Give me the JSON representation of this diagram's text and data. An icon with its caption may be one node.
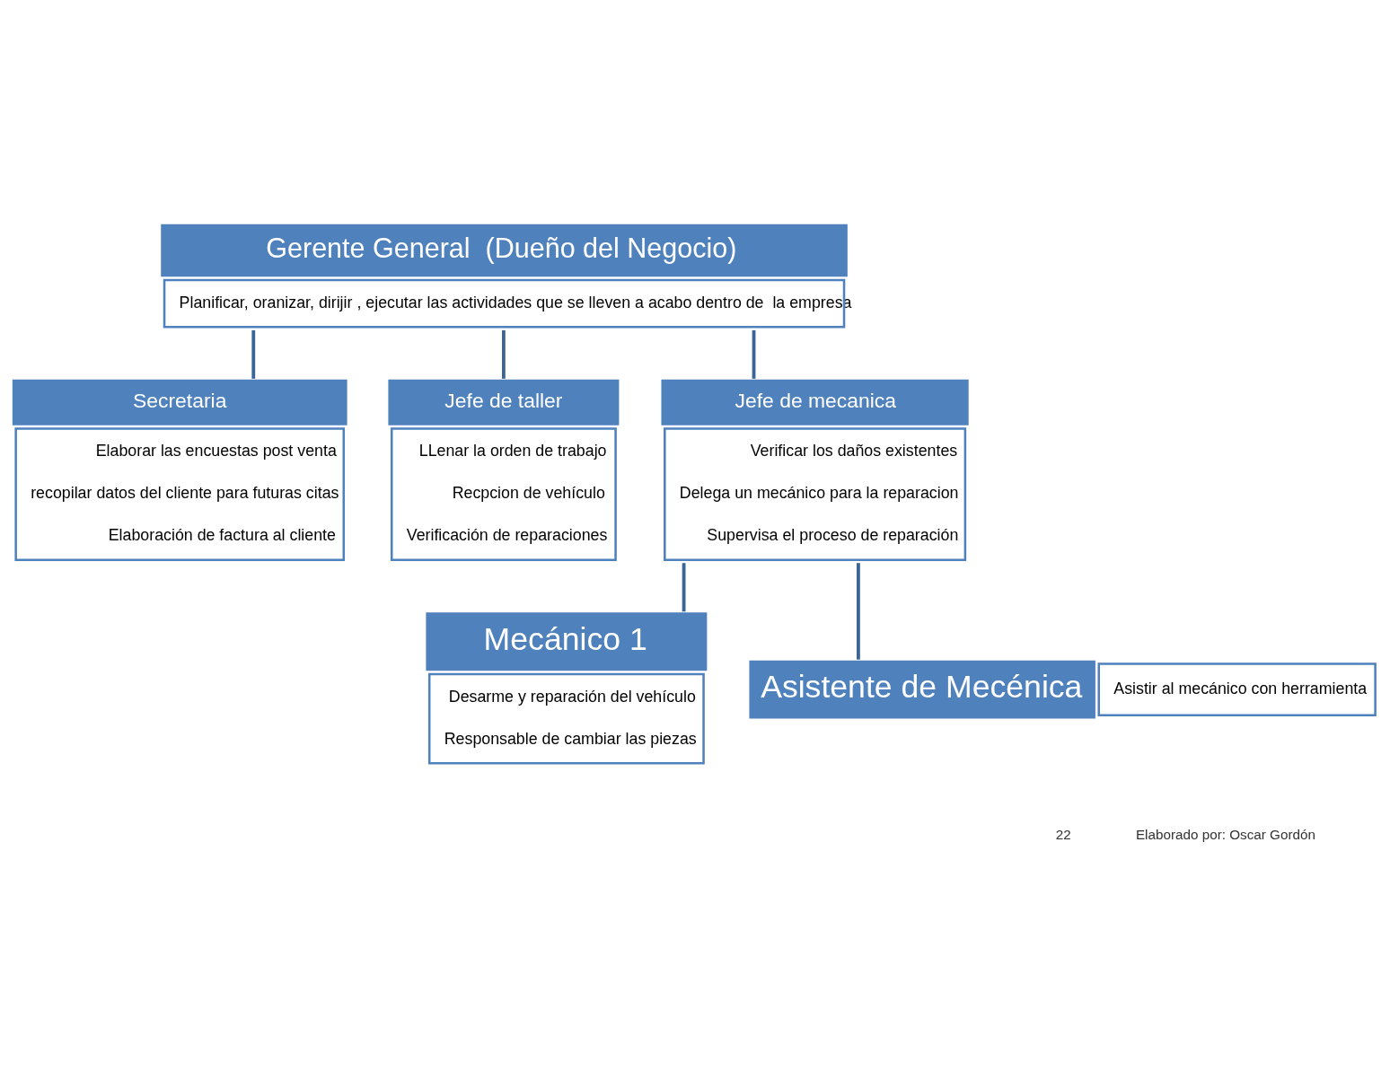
{
  "diagram": {
    "nodes": [
      {
        "text": [
          "Gerente General  (Dueño del Negocio)",
          "Planificar, oranizar, dirijir , ejecutar las actividades que se lleven a acabo dentro de  la empresa"
        ]
      },
      {
        "text": [
          "Secretaria",
          "Elaborar las encuestas post venta",
          "recopilar datos del cliente para futuras citas",
          "Elaboración de factura al cliente"
        ]
      },
      {
        "text": [
          "Jefe de taller",
          "LLenar la orden de trabajo",
          "Recpcion de vehículo",
          "Verificación de reparaciones"
        ]
      },
      {
        "text": [
          "Jefe de mecanica",
          "Verificar los daños existentes",
          "Delega un mecánico para la reparacion",
          "Supervisa el proceso de reparación"
        ]
      },
      {
        "text": [
          "Mecánico 1",
          "Desarme y reparación del vehículo",
          "Responsable de cambiar las piezas"
        ]
      },
      {
        "text": [
          "Asistente de Mecénica",
          "Asistir al mecánico con herramienta"
        ]
      }
    ],
    "edges": [
      {
        "from": 0,
        "to": 1,
        "arrow": "none"
      },
      {
        "from": 0,
        "to": 2,
        "arrow": "none"
      },
      {
        "from": 0,
        "to": 3,
        "arrow": "none"
      },
      {
        "from": 3,
        "to": 4,
        "arrow": "none"
      },
      {
        "from": 3,
        "to": 5,
        "arrow": "none"
      }
    ],
    "labels": [
      "22",
      "Elaborado por: Oscar Gordón"
    ]
  }
}
